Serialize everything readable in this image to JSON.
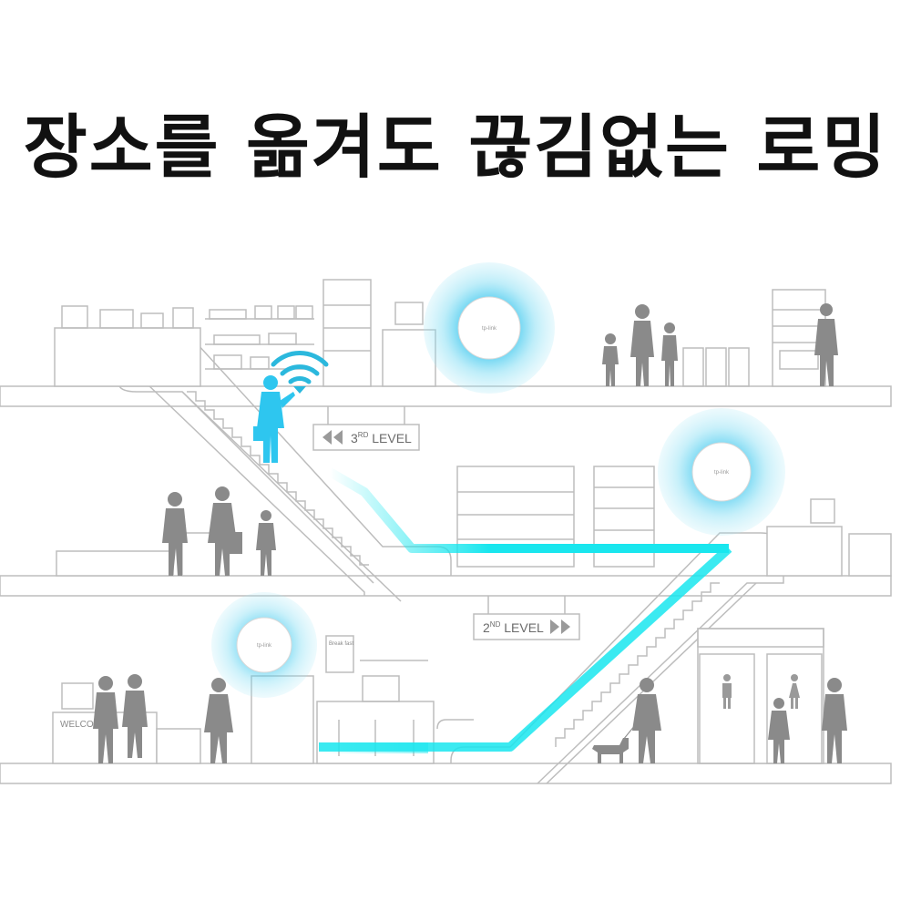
{
  "headline": "장소를 옮겨도 끊김없는 로밍",
  "signs": {
    "level3": {
      "num": "3",
      "sup": "RD",
      "word": " LEVEL"
    },
    "level2": {
      "num": "2",
      "sup": "ND",
      "word": " LEVEL"
    }
  },
  "welcome_desk": "WELCOME",
  "menu_board": "Break fast",
  "access_point_logo": "tp-link",
  "colors": {
    "signal": "#19e6ee",
    "signal_halo": "#3fc8ee",
    "outline": "#bdbdbd",
    "person": "#8a8a8a",
    "highlight_person": "#2ec6ef"
  },
  "icons": {
    "wifi": "wifi-icon",
    "male_restroom": "male-restroom-icon",
    "female_restroom": "female-restroom-icon"
  }
}
